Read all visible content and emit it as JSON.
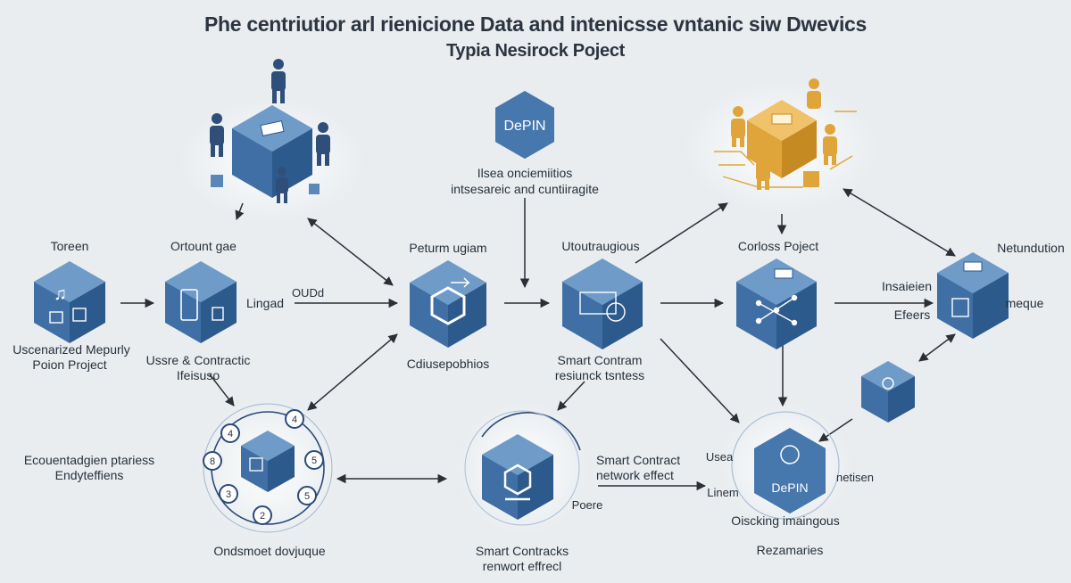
{
  "title": {
    "line1": "Phe centriutior arl rienicione Data and intenicsse vntanic siw Dwevics",
    "line2": "Typia Nesirock Poject"
  },
  "colors": {
    "background": "#e9edf0",
    "cube_top": "#6f9bc9",
    "cube_left": "#3f6fa4",
    "cube_right": "#2d5a8c",
    "people_blue": "#2f4f7a",
    "gold": "#e0a53a",
    "arrow": "#2b2f36"
  },
  "labels": {
    "depin_top": "DePIN",
    "depin_top_desc1": "Ilsea onciemiitios",
    "depin_top_desc2": "intsesareic and cuntiiragite",
    "toreen": "Toreen",
    "uscenarized1": "Uscenarized Mepurly",
    "uscenarized2": "Poion Project",
    "ortount": "Ortount gae",
    "usare1": "Ussre & Contractic",
    "usare2": "Ifeisuso",
    "lingad": "Lingad",
    "oudd": "OUDd",
    "peturm": "Peturm ugiam",
    "cdiuse": "Cdiusepobhios",
    "utouriaugious": "Utoutraugious",
    "smart_center1": "Smart Contram",
    "smart_center2": "resiunck tsntess",
    "corloss": "Corloss Poject",
    "insaieien": "Insaieien",
    "efeers": "Efeers",
    "netundution": "Netundution",
    "meque": "meque",
    "ecouentad1": "Ecouentadgien ptariess",
    "ecouentad2": "Endyteffiens",
    "ondsmoet": "Ondsmoet dovjuque",
    "smart_network1": "Smart Contract",
    "smart_network2": "network effect",
    "poere": "Poere",
    "smart_bottom1": "Smart Contracks",
    "smart_bottom2": "renwort effrecl",
    "depin_bottom": "DePIN",
    "usea": "Usea",
    "linem": "Linem",
    "netisen": "netisen",
    "oiscking": "Oiscking imaingous",
    "rezamaries": "Rezamaries"
  },
  "ring_numbers": [
    "4",
    "4",
    "8",
    "5",
    "3",
    "5",
    "2"
  ]
}
